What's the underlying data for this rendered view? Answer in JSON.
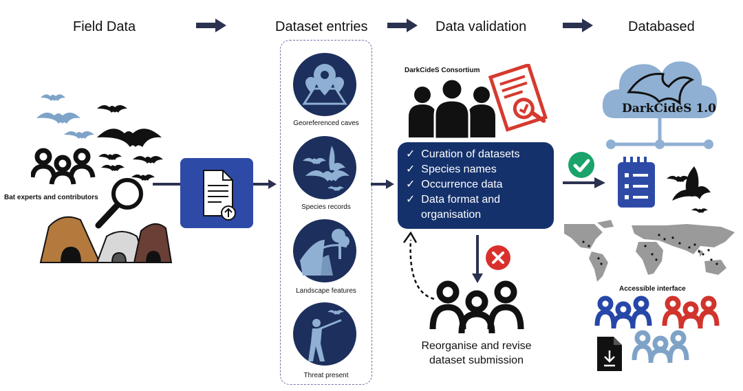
{
  "headers": {
    "field_data": "Field Data",
    "dataset_entries": "Dataset entries",
    "data_validation": "Data validation",
    "databased": "Databased"
  },
  "field": {
    "contributors_label": "Bat experts and contributors"
  },
  "entries": [
    {
      "label": "Georeferenced caves",
      "icon": "map-pin-icon"
    },
    {
      "label": "Species records",
      "icon": "bats-icon"
    },
    {
      "label": "Landscape features",
      "icon": "landscape-icon"
    },
    {
      "label": "Threat present",
      "icon": "hunter-icon"
    }
  ],
  "validation": {
    "consortium": "DarkCideS Consortium",
    "checklist": [
      {
        "check": "✓",
        "text": "Curation of datasets"
      },
      {
        "check": "✓",
        "text": "Species names"
      },
      {
        "check": "✓",
        "text": "Occurrence data"
      },
      {
        "check": "✓",
        "text": "Data format and"
      },
      {
        "check": "",
        "text": "organisation"
      }
    ],
    "revise_line1": "Reorganise and revise",
    "revise_line2": "dataset submission"
  },
  "database": {
    "cloud_label": "DarkCideS 1.0",
    "interface_label": "Accessible interface"
  },
  "colors": {
    "navy": "#1d2f5c",
    "curation_box": "#14316b",
    "doc_box": "#2e4aa7",
    "arrow": "#2b3250",
    "cloud": "#8fb0d3",
    "green_check": "#1aa36a",
    "red_cross": "#d9302c",
    "certificate": "#d63a2f",
    "people_blue": "#2747a8",
    "people_red": "#d0342c",
    "people_light": "#7fa3c7",
    "bat_light": "#7ea3c8"
  }
}
